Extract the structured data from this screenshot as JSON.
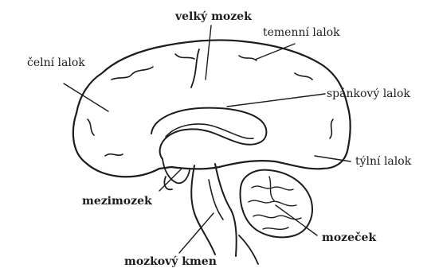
{
  "labels": {
    "velky_mozek": "velký mozek",
    "temenni_lalok": "temenní lalok",
    "celni_lalok": "čelní lalok",
    "spankovy_lalok": "spánkový lalok",
    "tylni_lalok": "týlní lalok",
    "mezimozek": "mezimozek",
    "mozecek": "mozeček",
    "mozkovy_kmen": "mozkový kmen"
  },
  "colors": {
    "ink": "#1f1a20",
    "paper": "#ffffff"
  }
}
